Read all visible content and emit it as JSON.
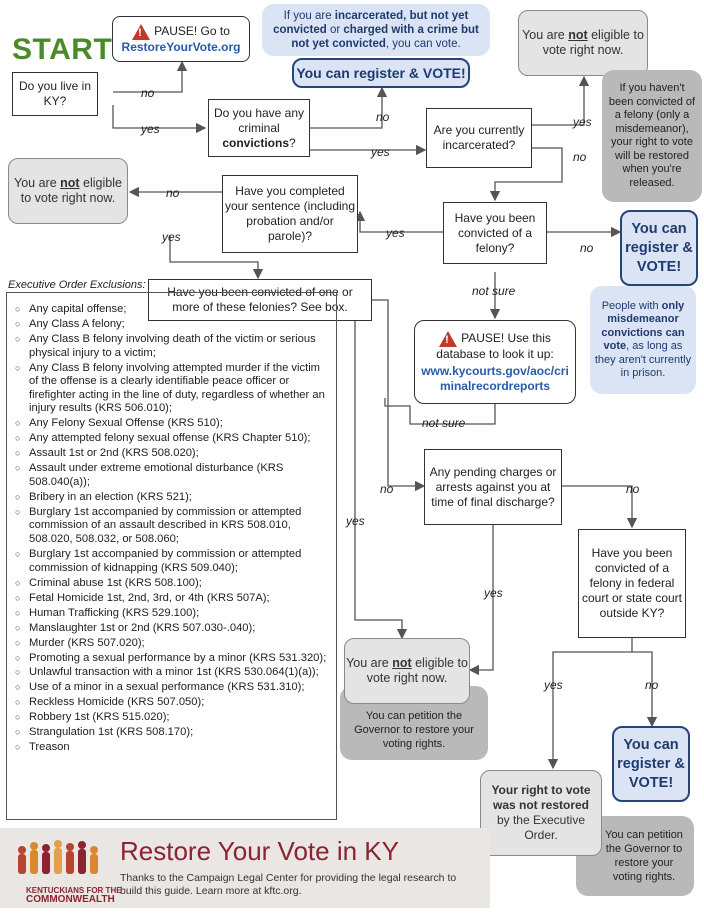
{
  "start": "START",
  "q_live_ky": "Do you live in KY?",
  "pause_top": {
    "title": "PAUSE! Go to",
    "link": "RestoreYourVote.org"
  },
  "incarcerated_note": {
    "pre": "If you are ",
    "b1": "incarcerated, but not yet convicted",
    "mid": " or ",
    "b2": "charged with a crime but not yet convicted",
    "post": ", you can vote."
  },
  "register_vote": "You can register & VOTE!",
  "not_eligible": {
    "pre": "You are ",
    "not": "not",
    "post": " eligible to vote right now."
  },
  "misdemeanor_note": "If you haven't been convicted of a felony (only a misdemeanor), your right to vote will be restored when you're released.",
  "q_criminal": {
    "pre": "Do you have any criminal ",
    "bold": "convictions",
    "post": "?"
  },
  "q_incarcerated": "Are you currently incarcerated?",
  "q_completed": "Have you completed your sentence (including probation and/or parole)?",
  "q_felony": "Have you been convicted of a felony?",
  "register_vote_b": "You can register & VOTE!",
  "only_misd": {
    "pre": "People with ",
    "bold": "only misdemeanor convictions can vote",
    "post": ", as long as they aren't currently in prison."
  },
  "exec_title": "Executive Order Exclusions:",
  "q_these_felonies": "Have you been convicted of one or more of these felonies? See box.",
  "pause_db": {
    "title": "PAUSE! Use this database to look it up:",
    "link": "www.kycourts.gov/aoc/criminalrecordreports"
  },
  "q_pending": "Any pending charges or arrests against you at time of final discharge?",
  "q_federal": "Have you been convicted of a felony in federal court or state court outside KY?",
  "petition": "You can petition the Governor to restore your voting rights.",
  "not_restored": {
    "b1": "Your right to vote was not restored",
    "post": " by the Executive Order."
  },
  "register_vote_c": "You can register & VOTE!",
  "labels": {
    "no": "no",
    "yes": "yes",
    "not_sure": "not sure"
  },
  "exclusions": [
    "Any capital offense;",
    "Any Class A felony;",
    "Any Class B felony involving death of the victim or serious physical injury to a victim;",
    "Any Class B felony involving attempted murder if the victim of the offense is a clearly identifiable peace officer or firefighter acting in the line of duty, regardless of whether an injury results (KRS 506.010);",
    "Any Felony Sexual Offense (KRS 510);",
    "Any attempted felony sexual offense (KRS Chapter 510);",
    "Assault 1st or 2nd (KRS 508.020);",
    "Assault under extreme emotional disturbance (KRS 508.040(a));",
    "Bribery in an election (KRS 521);",
    "Burglary 1st accompanied by commission or attempted commission of an assault described in KRS 508.010, 508.020, 508.032, or 508.060;",
    "Burglary 1st accompanied by commission or attempted commission of kidnapping (KRS 509.040);",
    "Criminal abuse 1st (KRS 508.100);",
    "Fetal Homicide 1st, 2nd, 3rd, or 4th (KRS 507A);",
    "Human Trafficking (KRS 529.100);",
    "Manslaughter 1st or 2nd (KRS 507.030-.040);",
    "Murder (KRS 507.020);",
    "Promoting a sexual performance by a minor (KRS 531.320);",
    "Unlawful transaction with a minor 1st (KRS 530.064(1)(a));",
    "Use of a minor in a sexual performance (KRS 531.310);",
    "Reckless Homicide (KRS 507.050);",
    "Robbery 1st (KRS 515.020);",
    "Strangulation 1st (KRS 508.170);",
    "Treason"
  ],
  "footer": {
    "title": "Restore Your Vote in KY",
    "text": "Thanks to the Campaign Legal Center for providing the legal research to build this guide. Learn more at kftc.org.",
    "org_line1": "KENTUCKIANS FOR THE",
    "org_line2": "COMMONWEALTH"
  },
  "colors": {
    "start_green": "#4b8a2b",
    "brand_red": "#8b2331",
    "link_blue": "#2a5aa8",
    "warn_red": "#c0392b"
  }
}
